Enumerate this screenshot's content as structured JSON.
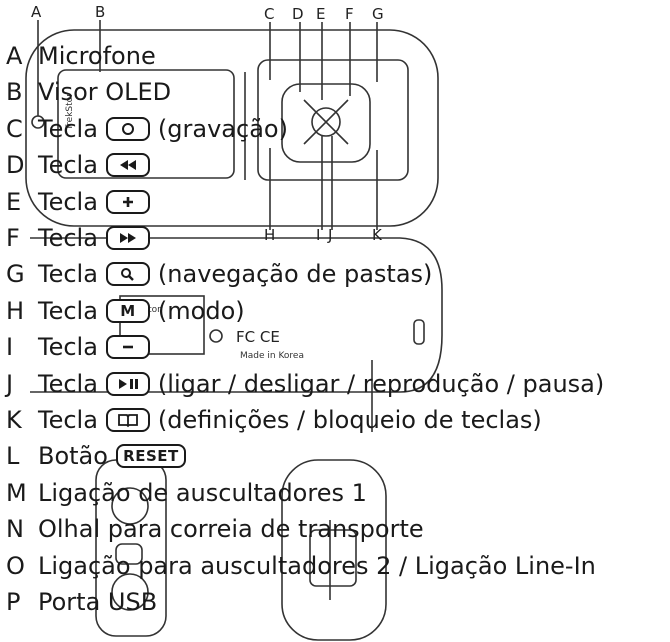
{
  "callout_letters": [
    "A",
    "B",
    "C",
    "D",
    "E",
    "F",
    "G",
    "H",
    "I",
    "J",
    "K"
  ],
  "legend": [
    {
      "letter": "A",
      "label": "Microfone",
      "key": "",
      "icon": "",
      "note": ""
    },
    {
      "letter": "B",
      "label": "Visor OLED",
      "key": "",
      "icon": "",
      "note": ""
    },
    {
      "letter": "C",
      "label": "Tecla",
      "key": "",
      "icon": "record-icon",
      "note": "(gravação)"
    },
    {
      "letter": "D",
      "label": "Tecla",
      "key": "",
      "icon": "rewind-icon",
      "note": ""
    },
    {
      "letter": "E",
      "label": "Tecla",
      "key": "",
      "icon": "plus-icon",
      "note": ""
    },
    {
      "letter": "F",
      "label": "Tecla",
      "key": "",
      "icon": "fast-forward-icon",
      "note": ""
    },
    {
      "letter": "G",
      "label": "Tecla",
      "key": "",
      "icon": "magnifier-icon",
      "note": "(navegação de pastas)"
    },
    {
      "letter": "H",
      "label": "Tecla",
      "key": "M",
      "icon": "",
      "note": "(modo)"
    },
    {
      "letter": "I",
      "label": "Tecla",
      "key": "",
      "icon": "minus-icon",
      "note": ""
    },
    {
      "letter": "J",
      "label": "Tecla",
      "key": "",
      "icon": "play-pause-icon",
      "note": "(ligar / desligar / reprodução / pausa)"
    },
    {
      "letter": "K",
      "label": "Tecla",
      "key": "",
      "icon": "book-icon",
      "note": "(definições / bloqueio de teclas)"
    },
    {
      "letter": "L",
      "label": "Botão",
      "key": "RESET",
      "icon": "",
      "note": ""
    },
    {
      "letter": "M",
      "label": "Ligação de auscultadores 1",
      "key": "",
      "icon": "",
      "note": ""
    },
    {
      "letter": "N",
      "label": "Olhal para correia de transporte",
      "key": "",
      "icon": "",
      "note": ""
    },
    {
      "letter": "O",
      "label": "Ligação para auscultadores 2 / Ligação Line-In",
      "key": "",
      "icon": "",
      "note": ""
    },
    {
      "letter": "P",
      "label": "Porta USB",
      "key": "",
      "icon": "",
      "note": ""
    }
  ],
  "device": {
    "brand": "TrekStor",
    "back_text": "Made in Korea",
    "cert_marks": "FC CE"
  }
}
